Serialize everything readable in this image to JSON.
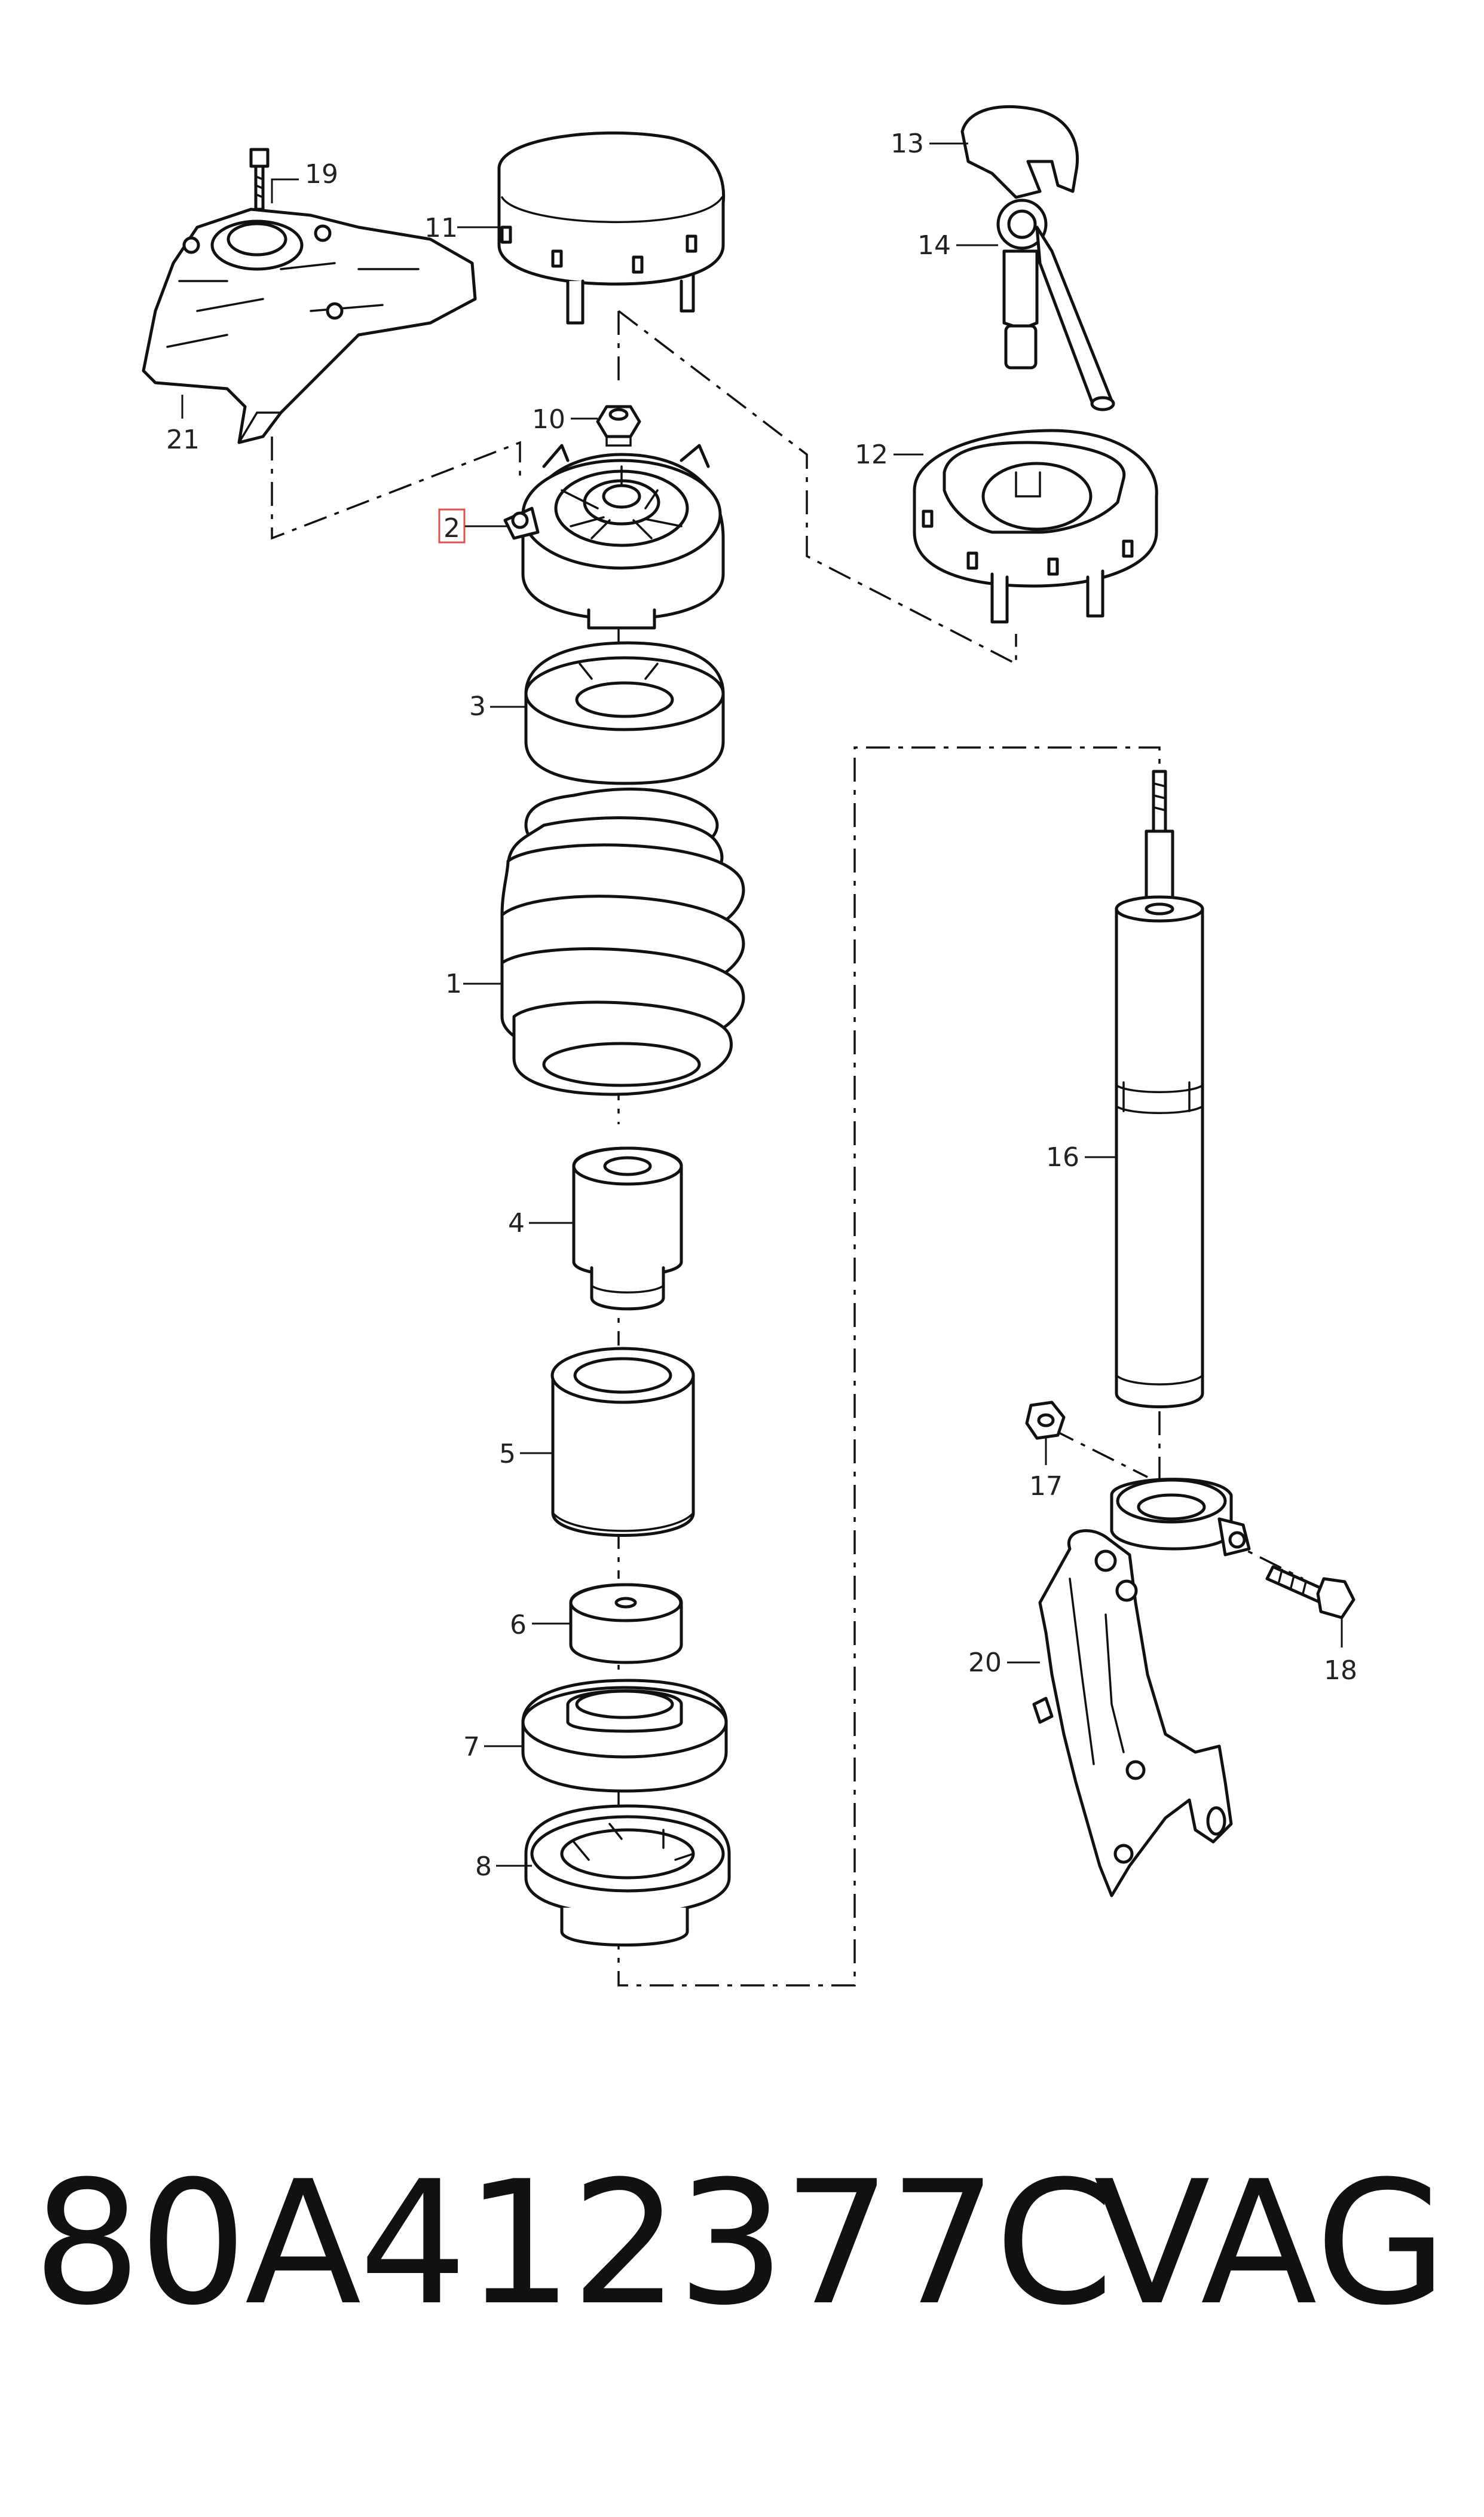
{
  "callouts": [
    "1",
    "2",
    "3",
    "4",
    "5",
    "6",
    "7",
    "8",
    "10",
    "11",
    "12",
    "13",
    "14",
    "16",
    "17",
    "18",
    "19",
    "20",
    "21"
  ],
  "highlighted_callout": "2",
  "footer": {
    "part_number": "80A412377C",
    "brand": "VAG"
  },
  "colors": {
    "line": "#111111",
    "highlight": "#d9534f",
    "background": "#ffffff"
  }
}
